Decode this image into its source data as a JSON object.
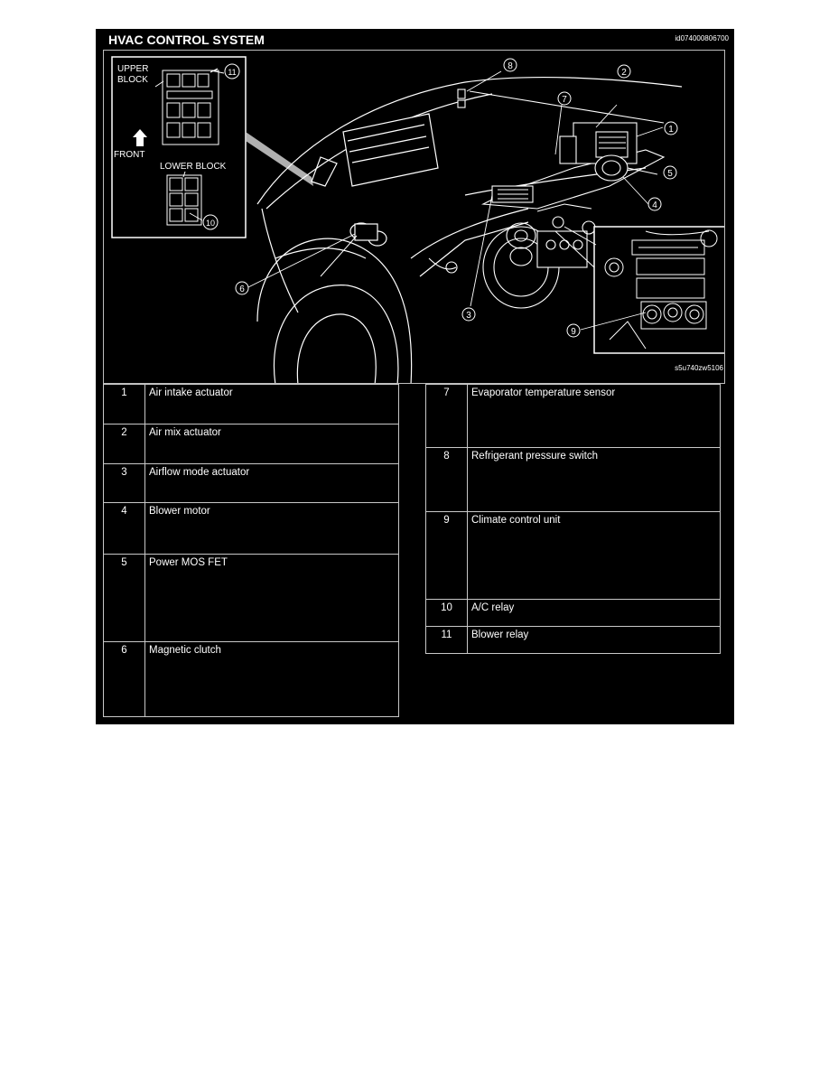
{
  "header": {
    "title": "HVAC CONTROL SYSTEM",
    "figure_id": "id074000806700"
  },
  "figure": {
    "reference_code": "s5u740zw5106",
    "inset_labels": {
      "upper_block": [
        "UPPER",
        "BLOCK"
      ],
      "front": "FRONT",
      "lower_block": "LOWER BLOCK"
    },
    "callouts": [
      "1",
      "2",
      "3",
      "4",
      "5",
      "6",
      "7",
      "8",
      "9",
      "10",
      "11"
    ]
  },
  "parts_left": [
    {
      "num": "1",
      "name": "Air intake actuator"
    },
    {
      "num": "2",
      "name": "Air mix actuator"
    },
    {
      "num": "3",
      "name": "Airflow mode actuator"
    },
    {
      "num": "4",
      "name": "Blower motor"
    },
    {
      "num": "5",
      "name": "Power MOS FET"
    },
    {
      "num": "6",
      "name": "Magnetic clutch"
    }
  ],
  "parts_right": [
    {
      "num": "7",
      "name": "Evaporator temperature sensor"
    },
    {
      "num": "8",
      "name": "Refrigerant pressure switch"
    },
    {
      "num": "9",
      "name": "Climate control unit"
    },
    {
      "num": "10",
      "name": "A/C relay"
    },
    {
      "num": "11",
      "name": "Blower relay"
    }
  ],
  "colors": {
    "background": "#000000",
    "foreground": "#ffffff",
    "page": "#ffffff"
  }
}
